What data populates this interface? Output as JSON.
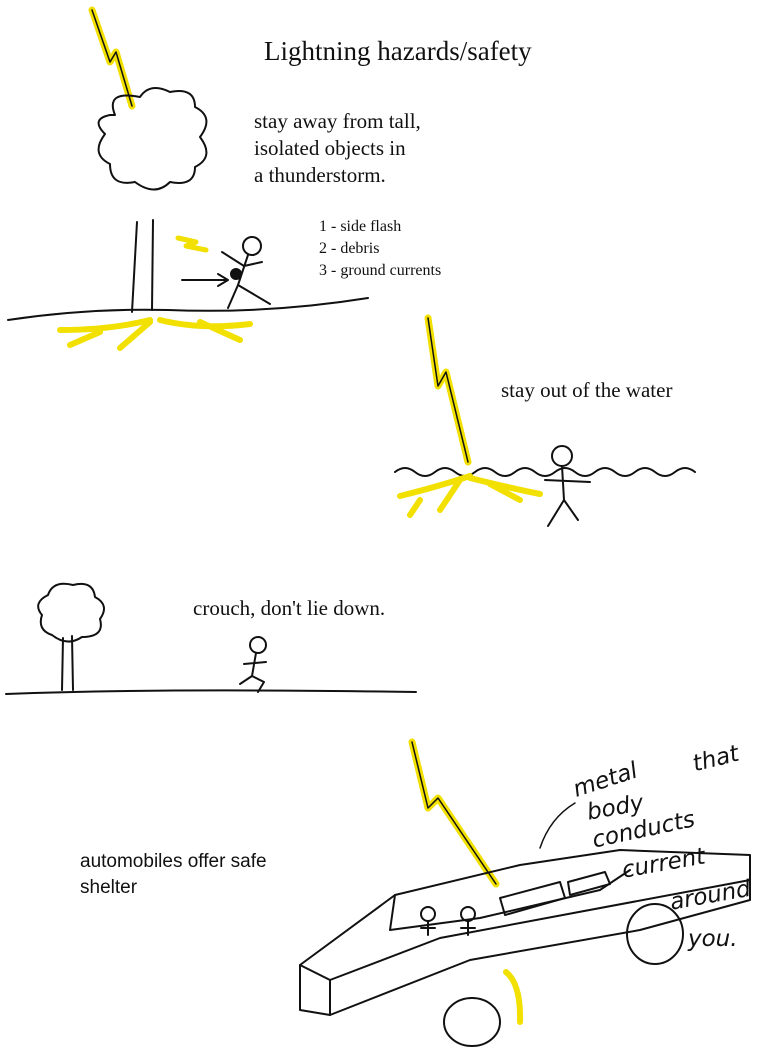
{
  "title": "Lightning hazards/safety",
  "tree_section": {
    "lines": [
      "stay away from tall,",
      "isolated objects in",
      "a thunderstorm."
    ],
    "hazards": [
      "1 - side flash",
      "2 - debris",
      "3 - ground currents"
    ]
  },
  "water_section": {
    "text": "stay out of the water"
  },
  "crouch_section": {
    "text": "crouch, don't lie down."
  },
  "car_section": {
    "lines": [
      "automobiles offer safe",
      "shelter"
    ],
    "handwritten": [
      "metal",
      "that",
      "body",
      "conducts",
      "current",
      "around",
      "you."
    ]
  },
  "colors": {
    "lightning": "#f2e000",
    "ink": "#111111"
  }
}
